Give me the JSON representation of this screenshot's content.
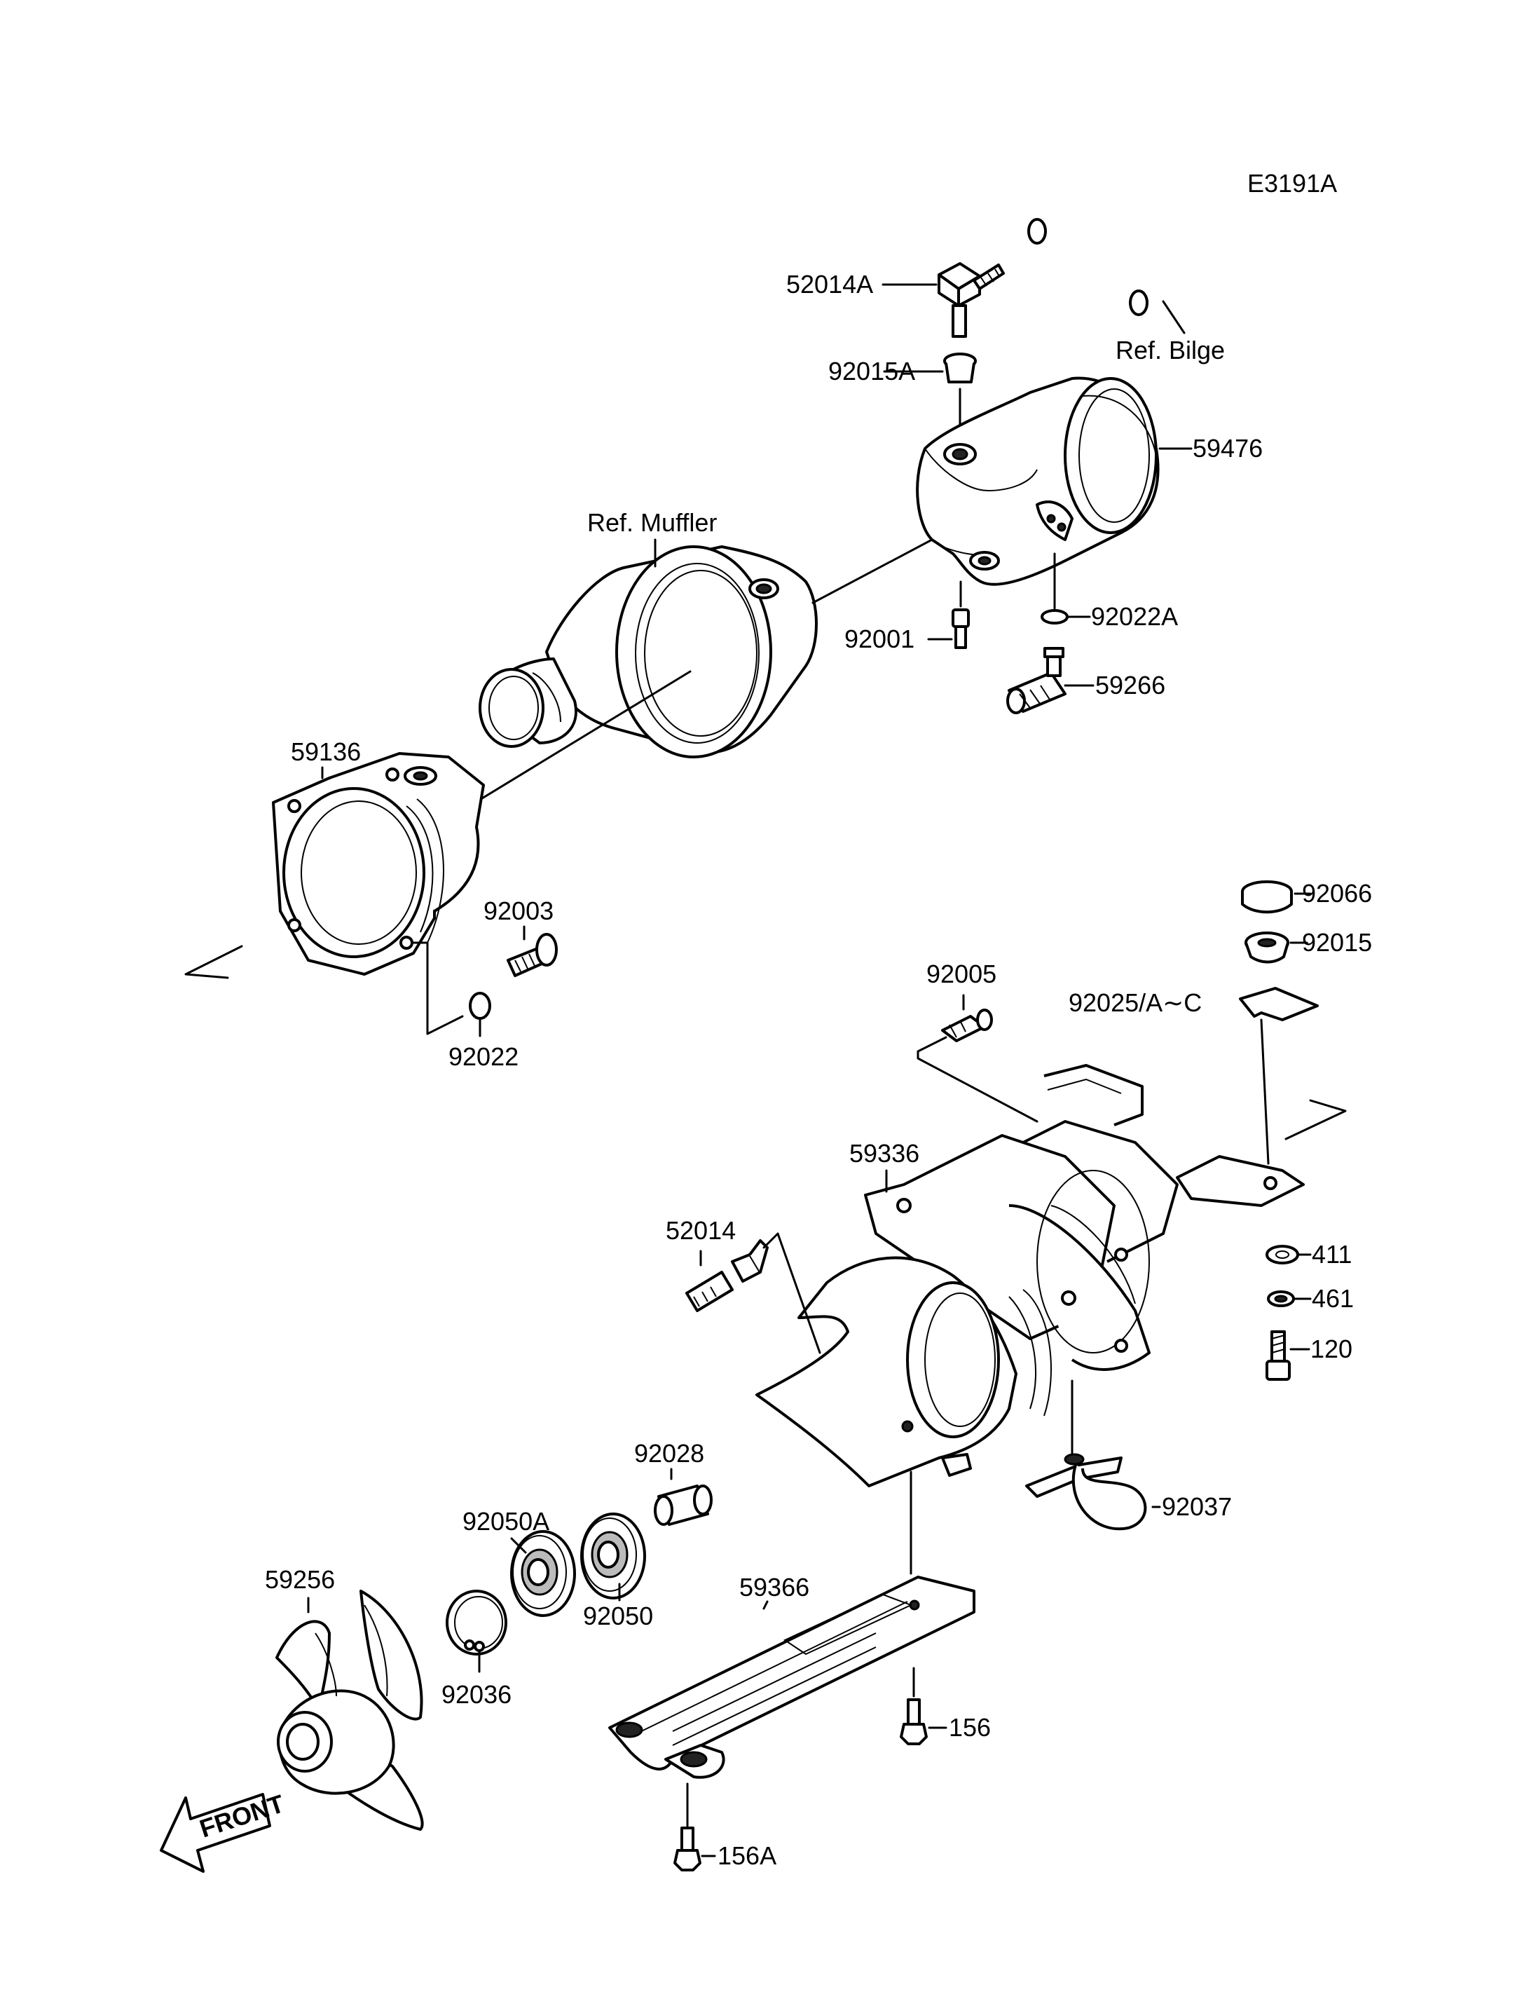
{
  "diagram_code": "E3191A",
  "refs": {
    "bilge": "Ref. Bilge",
    "muffler": "Ref. Muffler"
  },
  "front_label": "FRONT",
  "parts": {
    "p52014A": "52014A",
    "p92015A": "92015A",
    "p59476": "59476",
    "p92001": "92001",
    "p92022A": "92022A",
    "p59266": "59266",
    "p59136": "59136",
    "p92003": "92003",
    "p92022": "92022",
    "p92066": "92066",
    "p92015": "92015",
    "p92005": "92005",
    "p92025": "92025/A∼C",
    "p59336": "59336",
    "p52014": "52014",
    "p411": "411",
    "p461": "461",
    "p120": "120",
    "p92028": "92028",
    "p92050A": "92050A",
    "p92050": "92050",
    "p92037": "92037",
    "p59256": "59256",
    "p92036": "92036",
    "p59366": "59366",
    "p156": "156",
    "p156A": "156A"
  }
}
